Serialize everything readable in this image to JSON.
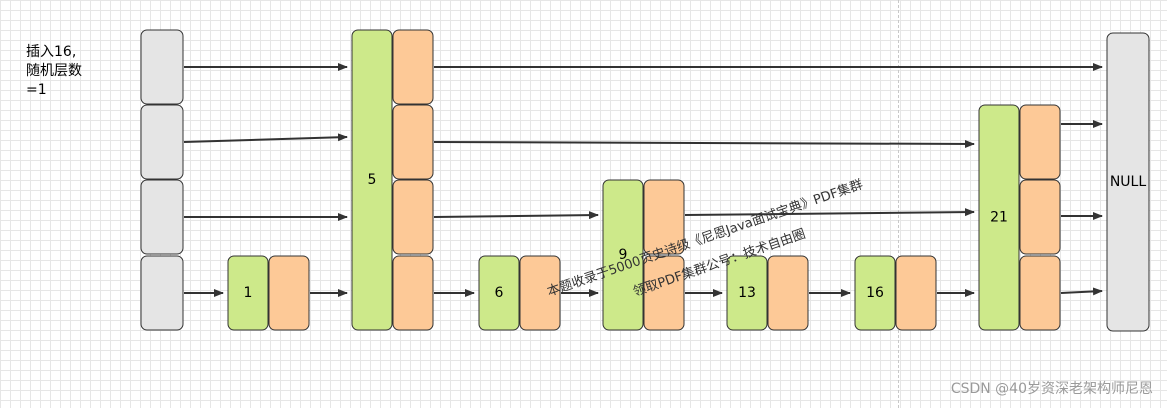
{
  "caption": "插入16,\n随机层数\n=1",
  "nodes": [
    {
      "id": "header",
      "label": ""
    },
    {
      "id": "n1",
      "label": "1"
    },
    {
      "id": "n5",
      "label": "5"
    },
    {
      "id": "n6",
      "label": "6"
    },
    {
      "id": "n9",
      "label": "9"
    },
    {
      "id": "n13",
      "label": "13"
    },
    {
      "id": "n16",
      "label": "16"
    },
    {
      "id": "n21",
      "label": "21"
    },
    {
      "id": "null",
      "label": "NULL"
    }
  ],
  "watermark": {
    "line1": "本题收录于5000页史诗级《尼恩Java面试宝典》PDF集群",
    "line2": "领取PDF集群公号：技术自由圈"
  },
  "credit": "CSDN @40岁资深老架构师尼恩",
  "colors": {
    "green": "#cde98a",
    "orange": "#fdc997",
    "gray": "#e5e5e5",
    "stroke": "#333333",
    "arrow": "#333333"
  }
}
